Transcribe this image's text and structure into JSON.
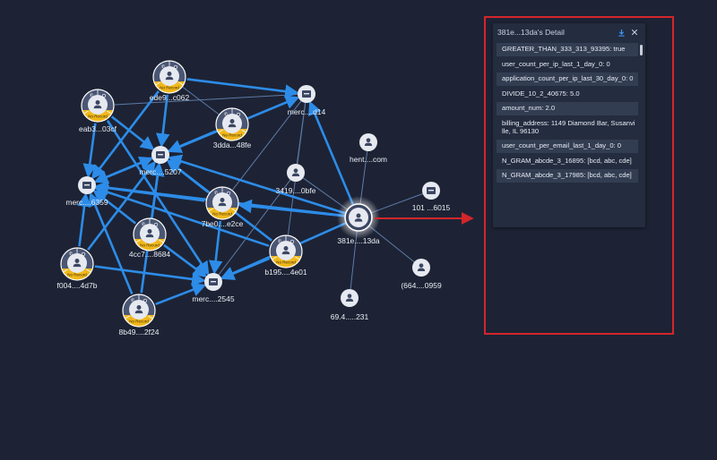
{
  "graph": {
    "badge_text": "No Record",
    "nodes": [
      {
        "id": "n_ede9",
        "label": "ede9...c062",
        "icon": "person-icon",
        "badge": true
      },
      {
        "id": "n_eab3",
        "label": "eab3...03cf",
        "icon": "person-icon",
        "badge": true
      },
      {
        "id": "n_3dda",
        "label": "3dda...48fe",
        "icon": "person-icon",
        "badge": true
      },
      {
        "id": "n_merc_d14",
        "label": "merc....d14",
        "icon": "store-icon",
        "badge": false
      },
      {
        "id": "n_merc_5207",
        "label": "merc....5207",
        "icon": "store-icon",
        "badge": false
      },
      {
        "id": "n_merc_6359",
        "label": "merc....6359",
        "icon": "store-icon",
        "badge": false
      },
      {
        "id": "n_hent",
        "label": "hent....com",
        "icon": "person-icon",
        "badge": false
      },
      {
        "id": "n_3419",
        "label": "3419....0bfe",
        "icon": "person-icon",
        "badge": false
      },
      {
        "id": "n_7be0",
        "label": "7be0....e2ce",
        "icon": "person-icon",
        "badge": true
      },
      {
        "id": "n_381e",
        "label": "381e....13da",
        "icon": "person-icon",
        "badge": false
      },
      {
        "id": "n_101",
        "label": "101 ...6015",
        "icon": "store-icon",
        "badge": false
      },
      {
        "id": "n_4cc7",
        "label": "4cc7....8684",
        "icon": "person-icon",
        "badge": true
      },
      {
        "id": "n_b195",
        "label": "b195....4e01",
        "icon": "person-icon",
        "badge": true
      },
      {
        "id": "n_f004",
        "label": "f004....4d7b",
        "icon": "person-icon",
        "badge": true
      },
      {
        "id": "n_merc_2545",
        "label": "merc....2545",
        "icon": "store-icon",
        "badge": false
      },
      {
        "id": "n_664",
        "label": "(664....0959",
        "icon": "person-icon",
        "badge": false
      },
      {
        "id": "n_694",
        "label": "69.4.....231",
        "icon": "person-icon",
        "badge": false
      },
      {
        "id": "n_8b49",
        "label": "8b49....2f24",
        "icon": "person-icon",
        "badge": true
      }
    ]
  },
  "detail_panel": {
    "title": "381e...13da's Detail",
    "download_icon": "download-icon",
    "close_icon": "close-icon",
    "rows": [
      {
        "text": "GREATER_THAN_333_313_93395: true"
      },
      {
        "text": "user_count_per_ip_last_1_day_0: 0"
      },
      {
        "text": "application_count_per_ip_last_30_day_0: 0"
      },
      {
        "text": "DIVIDE_10_2_40675: 5.0"
      },
      {
        "text": "amount_num: 2.0"
      },
      {
        "text": "billing_address: 1149 Diamond Bar, Susanville, IL 96130"
      },
      {
        "text": "user_count_per_email_last_1_day_0: 0"
      },
      {
        "text": "N_GRAM_abcde_3_16895: [bcd, abc, cde]"
      },
      {
        "text": "N_GRAM_abcde_3_17985: [bcd, abc, cde]"
      }
    ]
  },
  "colors": {
    "background": "#1d2334",
    "edge": "#2d8ce8",
    "edge_thin": "#5e7aa8",
    "node_fill": "#e6e9f0",
    "node_icon": "#3b4662",
    "badge": "#f1b81c",
    "highlight": "#d3262b"
  }
}
